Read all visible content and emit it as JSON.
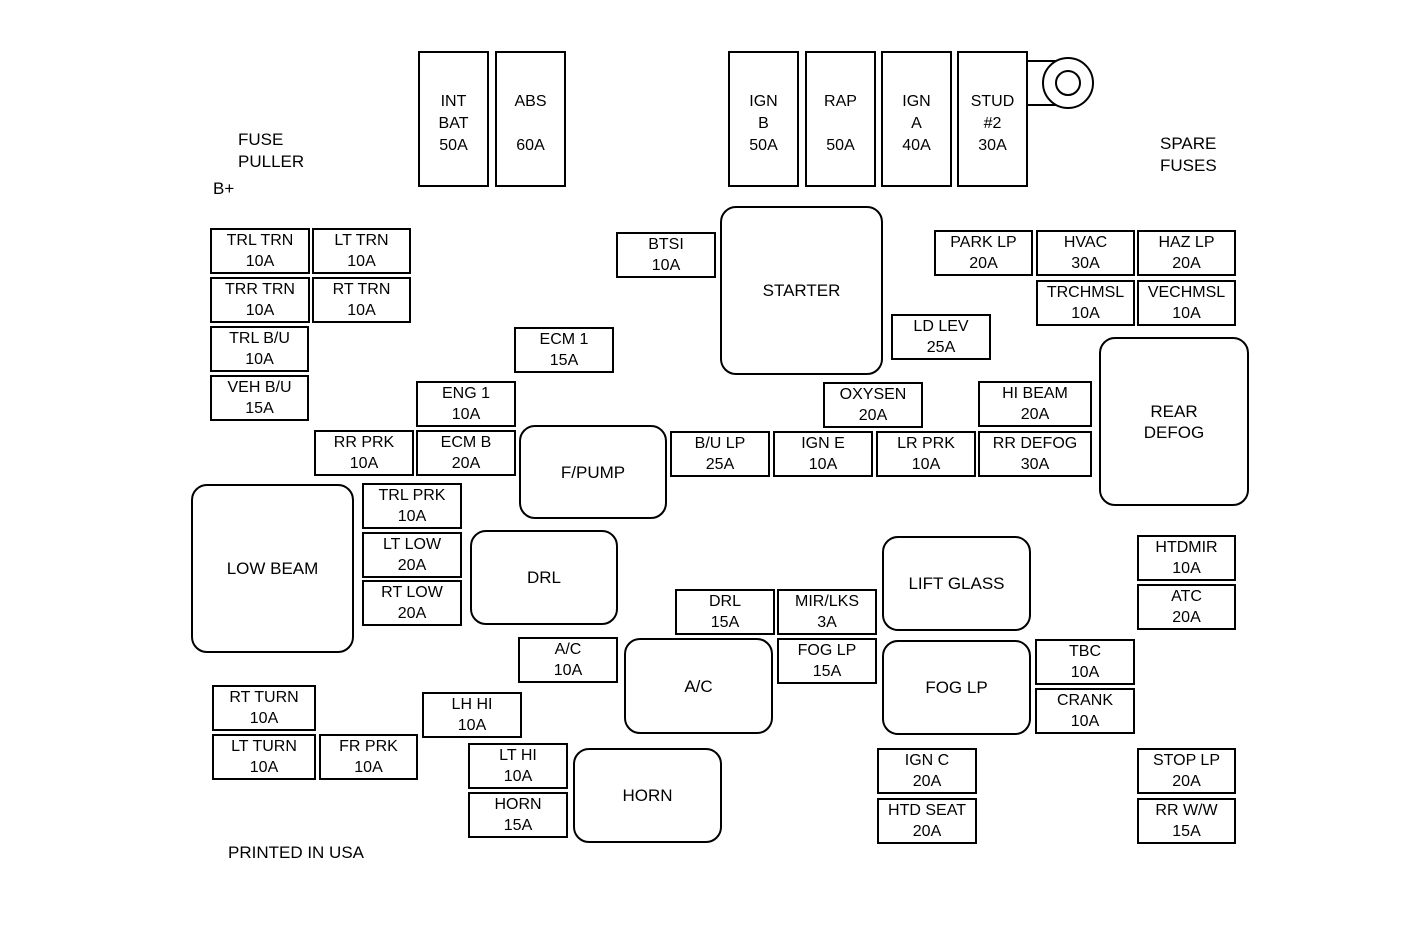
{
  "labels": {
    "fuse_puller": [
      "FUSE",
      "PULLER"
    ],
    "b_plus": "B+",
    "spare_fuses": [
      "SPARE",
      "FUSES"
    ],
    "printed": "PRINTED IN USA"
  },
  "maxi_fuses": [
    {
      "lines": [
        "INT",
        "BAT",
        "50A"
      ]
    },
    {
      "lines": [
        "ABS",
        "",
        "60A"
      ]
    },
    {
      "lines": [
        "IGN",
        "B",
        "50A"
      ]
    },
    {
      "lines": [
        "RAP",
        "",
        "50A"
      ]
    },
    {
      "lines": [
        "IGN",
        "A",
        "40A"
      ]
    },
    {
      "lines": [
        "STUD",
        "#2",
        "30A"
      ]
    }
  ],
  "relays": [
    {
      "lines": [
        "STARTER"
      ]
    },
    {
      "lines": [
        "REAR",
        "DEFOG"
      ]
    },
    {
      "lines": [
        "F/PUMP"
      ]
    },
    {
      "lines": [
        "LOW BEAM"
      ]
    },
    {
      "lines": [
        "DRL"
      ]
    },
    {
      "lines": [
        "LIFT GLASS"
      ]
    },
    {
      "lines": [
        "A/C"
      ]
    },
    {
      "lines": [
        "FOG LP"
      ]
    },
    {
      "lines": [
        "HORN"
      ]
    }
  ],
  "fuses": [
    {
      "lines": [
        "TRL TRN",
        "10A"
      ]
    },
    {
      "lines": [
        "LT TRN",
        "10A"
      ]
    },
    {
      "lines": [
        "TRR TRN",
        "10A"
      ]
    },
    {
      "lines": [
        "RT TRN",
        "10A"
      ]
    },
    {
      "lines": [
        "TRL B/U",
        "10A"
      ]
    },
    {
      "lines": [
        "VEH B/U",
        "15A"
      ]
    },
    {
      "lines": [
        "BTSI",
        "10A"
      ]
    },
    {
      "lines": [
        "ECM 1",
        "15A"
      ]
    },
    {
      "lines": [
        "ENG 1",
        "10A"
      ]
    },
    {
      "lines": [
        "RR PRK",
        "10A"
      ]
    },
    {
      "lines": [
        "ECM B",
        "20A"
      ]
    },
    {
      "lines": [
        "PARK LP",
        "20A"
      ]
    },
    {
      "lines": [
        "HVAC",
        "30A"
      ]
    },
    {
      "lines": [
        "HAZ LP",
        "20A"
      ]
    },
    {
      "lines": [
        "TRCHMSL",
        "10A"
      ]
    },
    {
      "lines": [
        "VECHMSL",
        "10A"
      ]
    },
    {
      "lines": [
        "LD LEV",
        "25A"
      ]
    },
    {
      "lines": [
        "OXYSEN",
        "20A"
      ]
    },
    {
      "lines": [
        "HI BEAM",
        "20A"
      ]
    },
    {
      "lines": [
        "B/U LP",
        "25A"
      ]
    },
    {
      "lines": [
        "IGN E",
        "10A"
      ]
    },
    {
      "lines": [
        "LR PRK",
        "10A"
      ]
    },
    {
      "lines": [
        "RR DEFOG",
        "30A"
      ]
    },
    {
      "lines": [
        "TRL PRK",
        "10A"
      ]
    },
    {
      "lines": [
        "LT LOW",
        "20A"
      ]
    },
    {
      "lines": [
        "RT LOW",
        "20A"
      ]
    },
    {
      "lines": [
        "DRL",
        "15A"
      ]
    },
    {
      "lines": [
        "MIR/LKS",
        "3A"
      ]
    },
    {
      "lines": [
        "HTDMIR",
        "10A"
      ]
    },
    {
      "lines": [
        "ATC",
        "20A"
      ]
    },
    {
      "lines": [
        "A/C",
        "10A"
      ]
    },
    {
      "lines": [
        "FOG LP",
        "15A"
      ]
    },
    {
      "lines": [
        "TBC",
        "10A"
      ]
    },
    {
      "lines": [
        "CRANK",
        "10A"
      ]
    },
    {
      "lines": [
        "RT TURN",
        "10A"
      ]
    },
    {
      "lines": [
        "LH HI",
        "10A"
      ]
    },
    {
      "lines": [
        "LT TURN",
        "10A"
      ]
    },
    {
      "lines": [
        "FR PRK",
        "10A"
      ]
    },
    {
      "lines": [
        "LT HI",
        "10A"
      ]
    },
    {
      "lines": [
        "HORN",
        "15A"
      ]
    },
    {
      "lines": [
        "IGN C",
        "20A"
      ]
    },
    {
      "lines": [
        "HTD SEAT",
        "20A"
      ]
    },
    {
      "lines": [
        "STOP LP",
        "20A"
      ]
    },
    {
      "lines": [
        "RR W/W",
        "15A"
      ]
    }
  ]
}
